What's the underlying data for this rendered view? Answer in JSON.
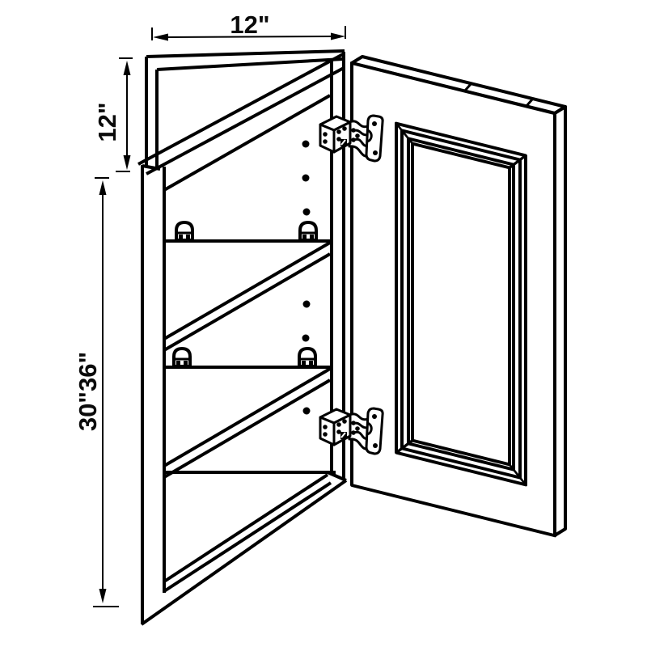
{
  "diagram": {
    "type": "wall-cabinet-line-drawing",
    "description": "Single-door wall cabinet shown open with two adjustable shelves, shelf pins, pin holes and two concealed euro hinges",
    "background": "#ffffff",
    "line_color": "#000000",
    "dimensions": {
      "width_label": "12\"",
      "depth_label": "12\"",
      "height_label": "30\"36\""
    },
    "features": {
      "shelves": 2,
      "shelf_pins": 4,
      "pin_holes": 6,
      "hinges": 2
    }
  }
}
